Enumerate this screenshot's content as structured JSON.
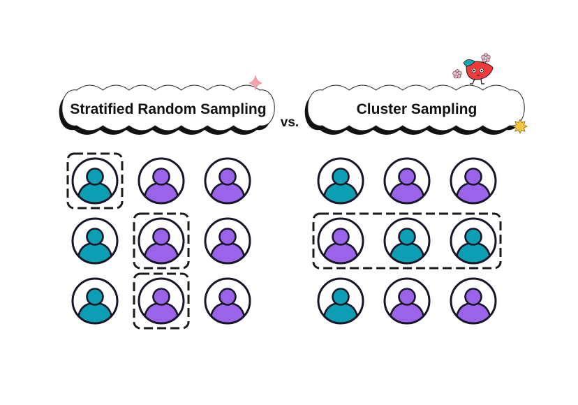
{
  "colors": {
    "teal": "#0c9fb3",
    "purple": "#9a63ea",
    "outline": "#161626",
    "cloud_fill": "#ffffff",
    "cloud_shadow": "#111111",
    "pink_sparkle": "#f6a3ad",
    "yellow_star": "#f5c542",
    "mascot_red": "#ef3b3b",
    "mascot_leaf": "#1aa7b3",
    "flower": "#f4b6c8"
  },
  "separator": {
    "label": "vs."
  },
  "panels": [
    {
      "id": "stratified",
      "title": "Stratified Random Sampling",
      "decoration": "pink-sparkle-icon",
      "grid": [
        [
          "teal",
          "purple",
          "purple"
        ],
        [
          "teal",
          "purple",
          "purple"
        ],
        [
          "teal",
          "purple",
          "purple"
        ]
      ],
      "selections": [
        {
          "rows": [
            0,
            0
          ],
          "cols": [
            0,
            0
          ]
        },
        {
          "rows": [
            1,
            1
          ],
          "cols": [
            1,
            1
          ]
        },
        {
          "rows": [
            2,
            2
          ],
          "cols": [
            1,
            1
          ]
        }
      ]
    },
    {
      "id": "cluster",
      "title": "Cluster Sampling",
      "decoration": "yellow-star-icon",
      "mascot": "chili-pepper-mascot-icon",
      "grid": [
        [
          "teal",
          "purple",
          "purple"
        ],
        [
          "purple",
          "teal",
          "teal"
        ],
        [
          "teal",
          "purple",
          "purple"
        ]
      ],
      "selections": [
        {
          "rows": [
            1,
            1
          ],
          "cols": [
            0,
            2
          ]
        }
      ]
    }
  ]
}
